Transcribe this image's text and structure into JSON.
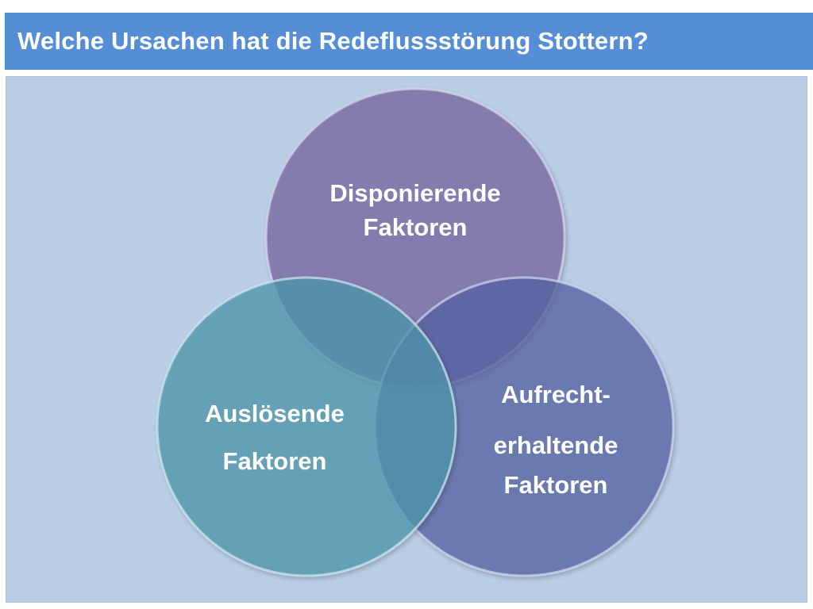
{
  "slide": {
    "title": "Welche Ursachen hat die Redeflussstörung Stottern?"
  },
  "diagram": {
    "circles": [
      {
        "id": "disponierend",
        "lines": [
          "Disponierende",
          "Faktoren"
        ],
        "color": "#8b83b0"
      },
      {
        "id": "ausloesend",
        "lines": [
          "Auslösende",
          "Faktoren"
        ],
        "color": "#66a5b8"
      },
      {
        "id": "aufrechterhaltend",
        "lines": [
          "Aufrecht-",
          "erhaltende",
          "Faktoren"
        ],
        "color": "#6c7db5"
      }
    ]
  },
  "colors": {
    "title_bar": "#558ed5",
    "title_text": "#ffffff",
    "panel": "#b9cde5",
    "label_text": "#ffffff"
  }
}
